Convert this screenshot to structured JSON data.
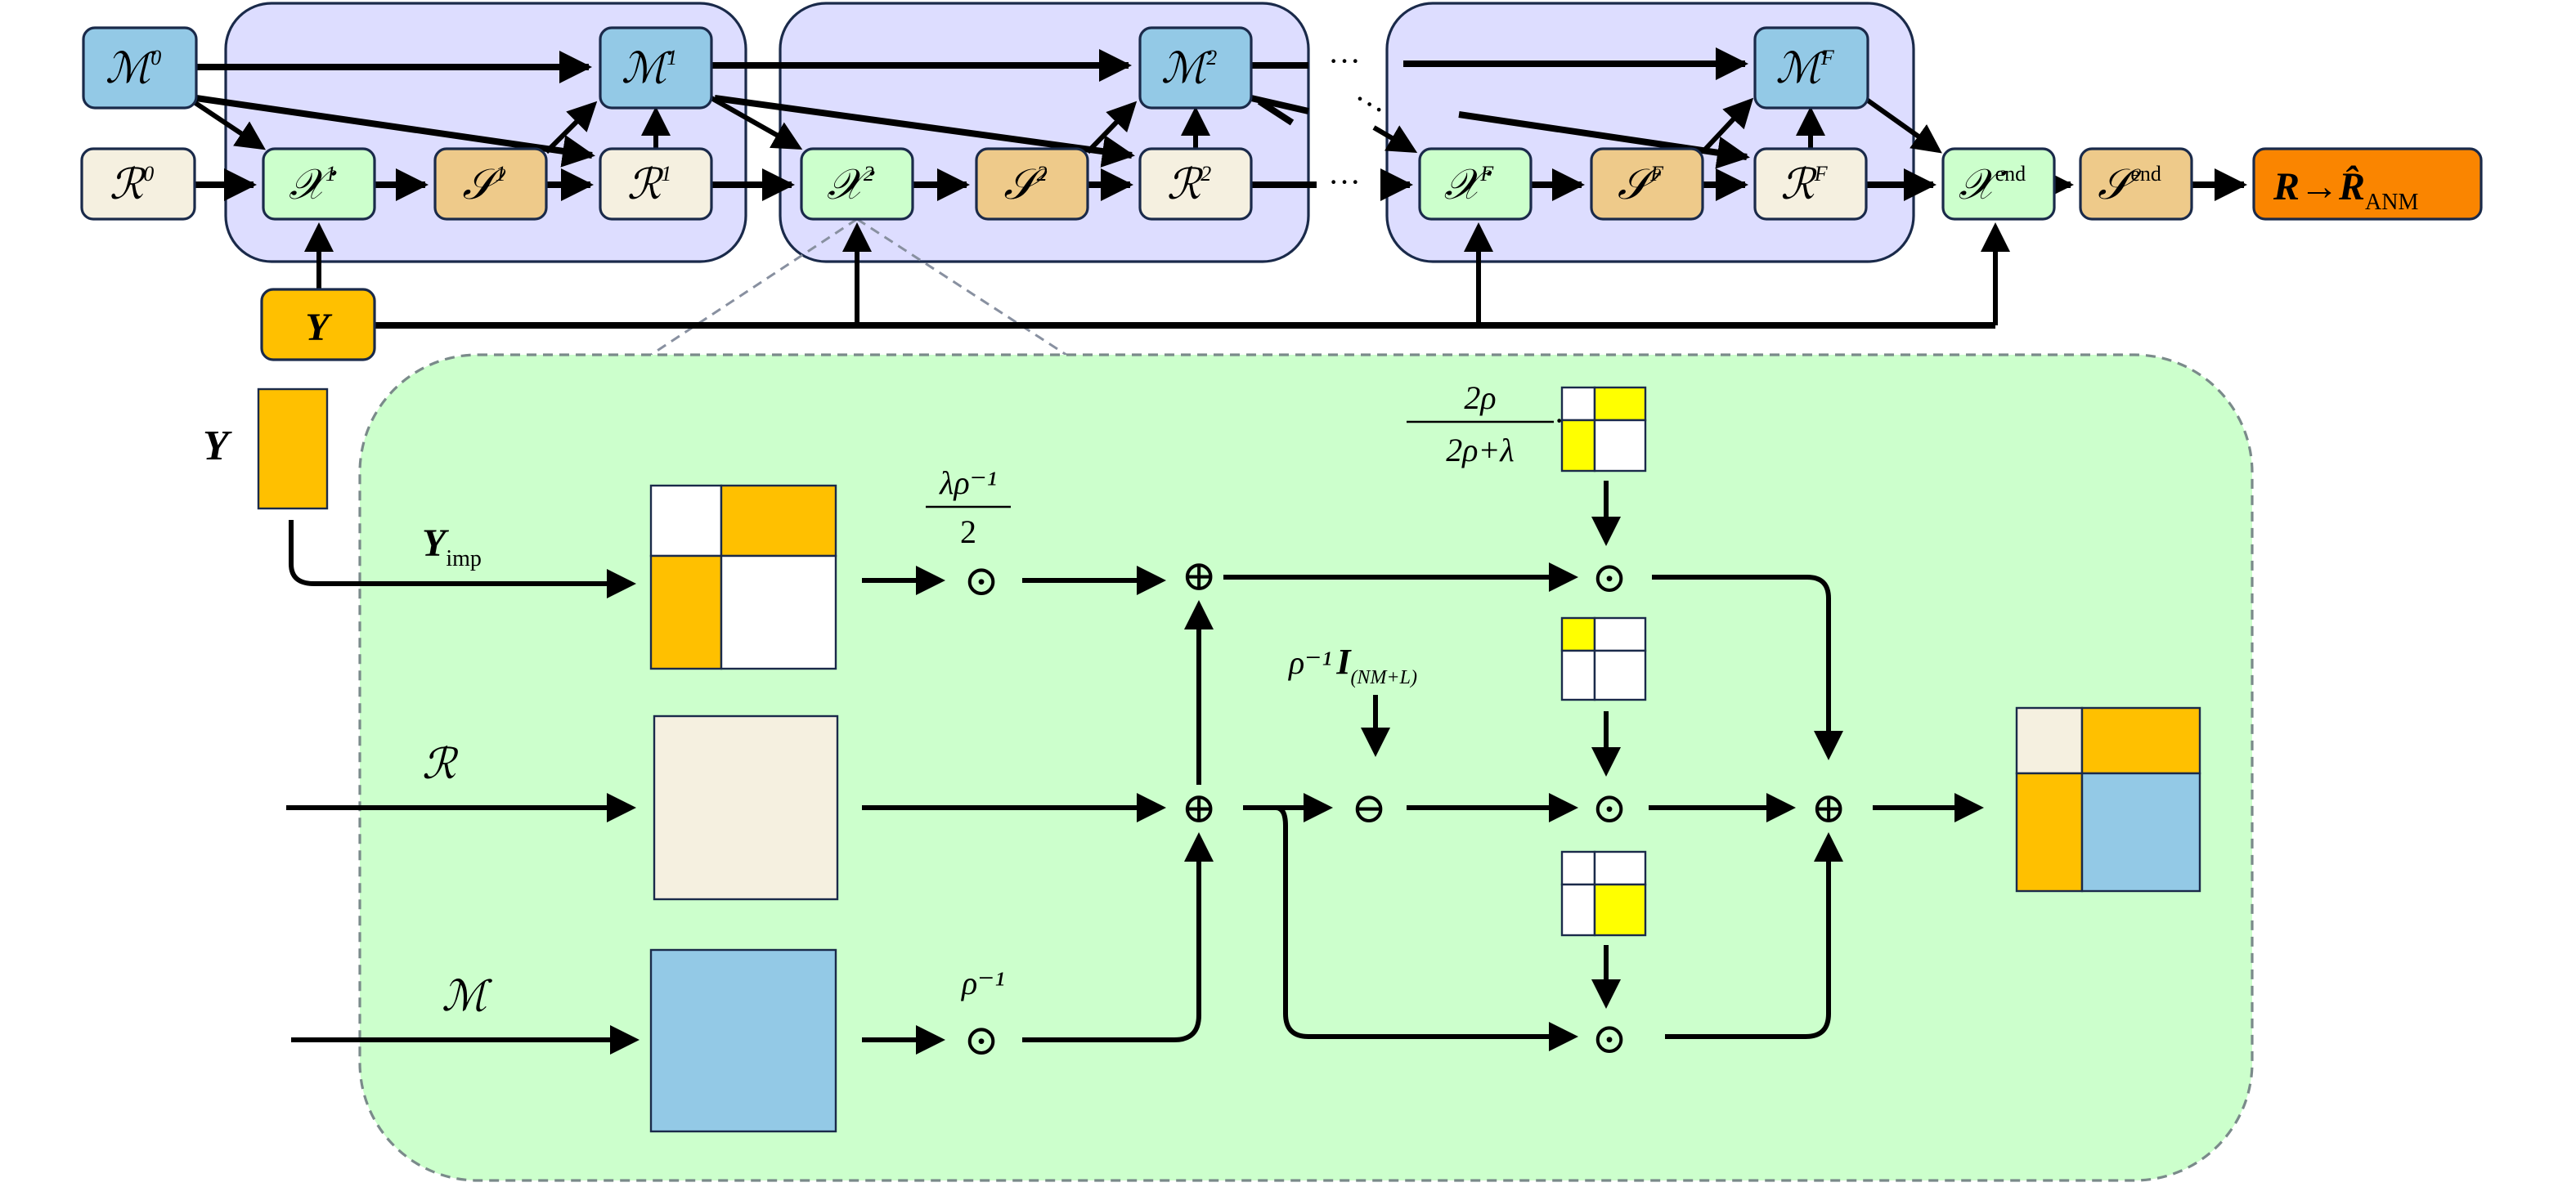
{
  "colors": {
    "group_fill": "#DDDDFF",
    "M_fill": "#93C9E6",
    "R_fill": "#F5F0E0",
    "X_fill": "#CCFFCC",
    "S_fill": "#EECA8A",
    "Y_fill": "#FFC000",
    "output_fill": "#FA8500",
    "yellow": "#FFFF00",
    "panel_fill": "#CCFFCC"
  },
  "top": {
    "M0": {
      "base": "ℳ",
      "sup": "0"
    },
    "M1": {
      "base": "ℳ",
      "sup": "1"
    },
    "M2": {
      "base": "ℳ",
      "sup": "2"
    },
    "MF": {
      "base": "ℳ",
      "sup": "F"
    },
    "R0": {
      "base": "ℛ",
      "sup": "0"
    },
    "X1": {
      "base": "𝒳",
      "sup": "1"
    },
    "S1": {
      "base": "𝒮",
      "sup": "1"
    },
    "R1": {
      "base": "ℛ",
      "sup": "1"
    },
    "X2": {
      "base": "𝒳",
      "sup": "2"
    },
    "S2": {
      "base": "𝒮",
      "sup": "2"
    },
    "R2": {
      "base": "ℛ",
      "sup": "2"
    },
    "XF": {
      "base": "𝒳",
      "sup": "F"
    },
    "SF": {
      "base": "𝒮",
      "sup": "F"
    },
    "RF": {
      "base": "ℛ",
      "sup": "F"
    },
    "Xend": {
      "base": "𝒳",
      "sup": "end"
    },
    "Send": {
      "base": "𝒮",
      "sup": "end"
    },
    "output": {
      "base": "R→",
      "hat": "R̂",
      "sub": "ANM"
    },
    "Y": "Y",
    "dots": "···"
  },
  "detail": {
    "Y_label": "Y",
    "Y_imp": {
      "base": "Y",
      "sub": "imp"
    },
    "R_label": "ℛ",
    "M_label": "ℳ",
    "coef1": {
      "num": "λρ⁻¹",
      "den": "2"
    },
    "coef2": {
      "num": "2ρ",
      "den": "2ρ+λ",
      "suffix": "·"
    },
    "coef3": {
      "base": "ρ⁻¹",
      "I": "I",
      "sub": "(NM+L)"
    },
    "coef4": "ρ⁻¹",
    "odot": "⊙",
    "oplus": "⊕",
    "ominus": "⊖"
  }
}
